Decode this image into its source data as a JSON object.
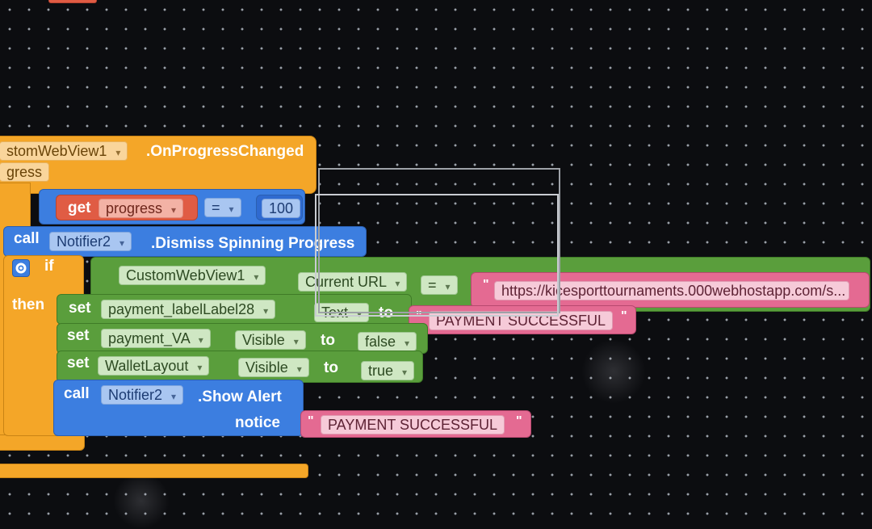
{
  "event": {
    "component": "stomWebView1",
    "event_name": ".OnProgressChanged",
    "param": "gress"
  },
  "if_progress": {
    "get_label": "get",
    "var": "progress",
    "op": "=",
    "value": "100"
  },
  "dismiss": {
    "call_label": "call",
    "component": "Notifier2",
    "method": ".Dismiss Spinning Progress"
  },
  "inner_if": {
    "if_label": "if",
    "then_label": "then",
    "component": "CustomWebView1",
    "property": "Current URL",
    "op": "=",
    "url": "https://kicesporttournaments.000webhostapp.com/s..."
  },
  "statements": [
    {
      "set_label": "set",
      "component": "payment_labelLabel28",
      "property": "Text",
      "to_label": "to",
      "value": "PAYMENT SUCCESSFUL"
    },
    {
      "set_label": "set",
      "component": "payment_VA",
      "property": "Visible",
      "to_label": "to",
      "value": "false"
    },
    {
      "set_label": "set",
      "component": "WalletLayout",
      "property": "Visible",
      "to_label": "to",
      "value": "true"
    }
  ],
  "alert": {
    "call_label": "call",
    "component": "Notifier2",
    "method": ".Show Alert",
    "notice_label": "notice",
    "value": "PAYMENT SUCCESSFUL"
  },
  "icons": {
    "dropdown": "chevron-down-icon",
    "gear": "gear-icon"
  }
}
